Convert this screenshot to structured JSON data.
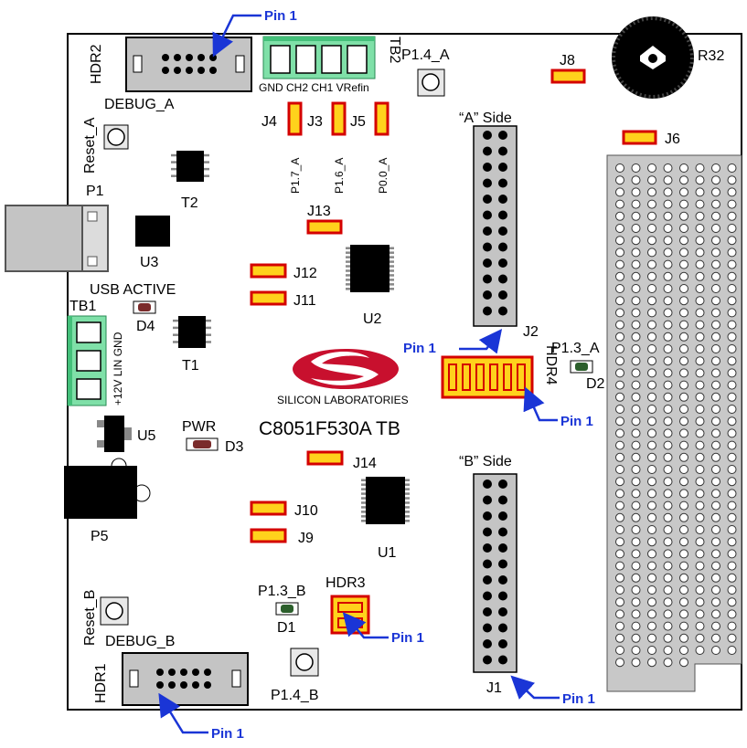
{
  "board": {
    "title": "C8051F530A TB",
    "logo_text": "SILICON LABORATORIES",
    "side_a": "“A” Side",
    "side_b": "“B” Side",
    "colors": {
      "jumper_fill": "#ffd21c",
      "jumper_border": "#d40000",
      "pin1_blue": "#1a35d6",
      "terminal_green": "#7fe0a8",
      "proto_gray": "#c8c8c8",
      "header_gray": "#c4c4c4",
      "logo_red": "#c8102e"
    }
  },
  "labels": {
    "hdr2": "HDR2",
    "hdr1": "HDR1",
    "hdr3": "HDR3",
    "hdr4": "HDR4",
    "tb1": "TB1",
    "tb2": "TB2",
    "tb2_pins": "GND CH2 CH1 VRefin",
    "tb1_pins": "+12V LIN GND",
    "debug_a": "DEBUG_A",
    "debug_b": "DEBUG_B",
    "reset_a": "Reset_A",
    "reset_b": "Reset_B",
    "p1": "P1",
    "p5": "P5",
    "p1_4_a": "P1.4_A",
    "p1_4_b": "P1.4_B",
    "p1_3_a": "P1.3_A",
    "p1_3_b": "P1.3_B",
    "p1_7_a": "P1.7_A",
    "p1_6_a": "P1.6_A",
    "p0_0_a": "P0.0_A",
    "usb_active": "USB ACTIVE",
    "pwr": "PWR",
    "r32": "R32",
    "t1": "T1",
    "t2": "T2",
    "u1": "U1",
    "u2": "U2",
    "u3": "U3",
    "u5": "U5",
    "d1": "D1",
    "d2": "D2",
    "d3": "D3",
    "d4": "D4",
    "j1": "J1",
    "j2": "J2",
    "j3": "J3",
    "j4": "J4",
    "j5": "J5",
    "j6": "J6",
    "j8": "J8",
    "j9": "J9",
    "j10": "J10",
    "j11": "J11",
    "j12": "J12",
    "j13": "J13",
    "j14": "J14"
  },
  "pin1_callouts": [
    "Pin 1",
    "Pin 1",
    "Pin 1",
    "Pin 1",
    "Pin 1",
    "Pin 1"
  ]
}
